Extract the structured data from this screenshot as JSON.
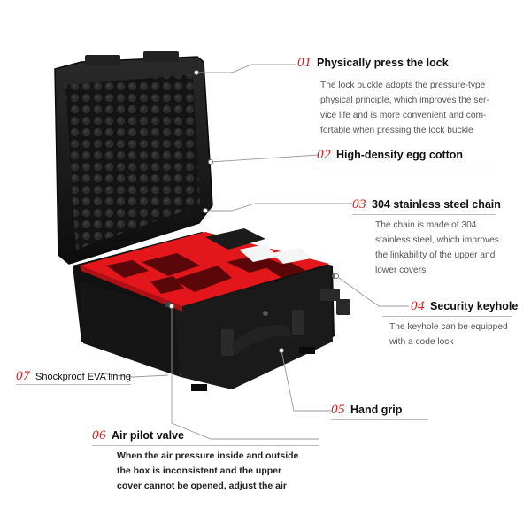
{
  "callouts": [
    {
      "num": "01",
      "title": "Physically press the lock",
      "desc": [
        "The lock buckle adopts the pressure-type",
        "physical principle, which improves the ser-",
        "vice life and is more convenient and com-",
        "fortable when pressing the lock buckle"
      ]
    },
    {
      "num": "02",
      "title": "High-density egg cotton",
      "desc": []
    },
    {
      "num": "03",
      "title": "304 stainless steel chain",
      "desc": [
        "The chain is made of 304",
        "stainless steel, which improves",
        "the linkability of the upper and",
        "lower covers"
      ]
    },
    {
      "num": "04",
      "title": "Security keyhole",
      "desc": [
        "The keyhole can be equipped",
        "with a code lock"
      ]
    },
    {
      "num": "05",
      "title": "Hand grip",
      "desc": []
    },
    {
      "num": "06",
      "title": "Air pilot valve",
      "desc": [
        "When the air pressure inside and outside",
        "the box is inconsistent and the upper",
        "cover cannot be opened, adjust the air"
      ]
    },
    {
      "num": "07",
      "title": "Shockproof EVA lining",
      "desc": []
    }
  ],
  "colors": {
    "accent": "#d0231f",
    "case": "#1b1b1b",
    "foam": "#e3161b"
  }
}
